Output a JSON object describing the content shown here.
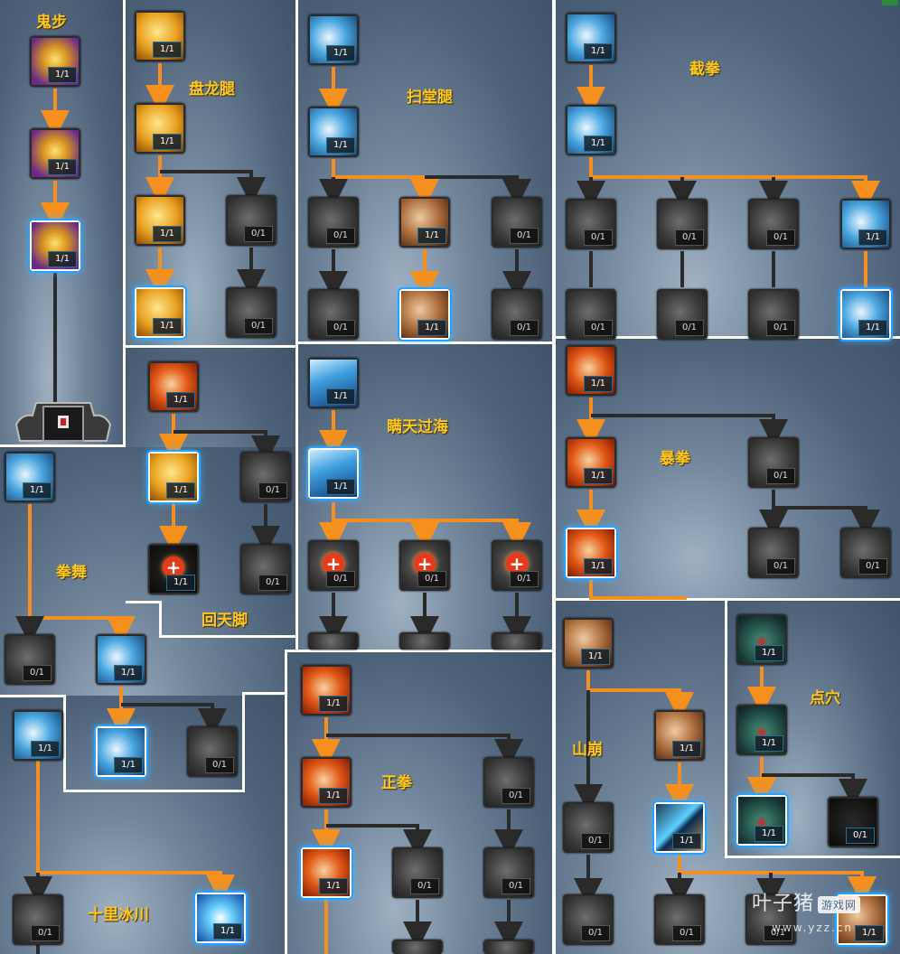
{
  "level_off": "0/1",
  "level_on": "1/1",
  "plus_glyph": "+",
  "trees": [
    {
      "id": "guibu",
      "title": "鬼步"
    },
    {
      "id": "panlongtui",
      "title": "盘龙腿"
    },
    {
      "id": "saotangtui",
      "title": "扫堂腿"
    },
    {
      "id": "jiequan",
      "title": "截拳"
    },
    {
      "id": "huitianjiao",
      "title": "回天脚"
    },
    {
      "id": "mantianguohai",
      "title": "瞒天过海"
    },
    {
      "id": "baoquan",
      "title": "暴拳"
    },
    {
      "id": "quanwu",
      "title": "拳舞"
    },
    {
      "id": "shanbeng",
      "title": "山崩"
    },
    {
      "id": "dianxue",
      "title": "点穴"
    },
    {
      "id": "zhengquan",
      "title": "正拳"
    },
    {
      "id": "shilibingchuan",
      "title": "十里冰川"
    }
  ],
  "watermark": {
    "brand": "叶子猪",
    "site": "游戏网",
    "url": "www.yzz.cn"
  },
  "colors": {
    "active_line": "#f5901e",
    "inactive_line": "#2a2a2a",
    "title": "#ffc81e",
    "highlight": "#2aa0ff"
  }
}
